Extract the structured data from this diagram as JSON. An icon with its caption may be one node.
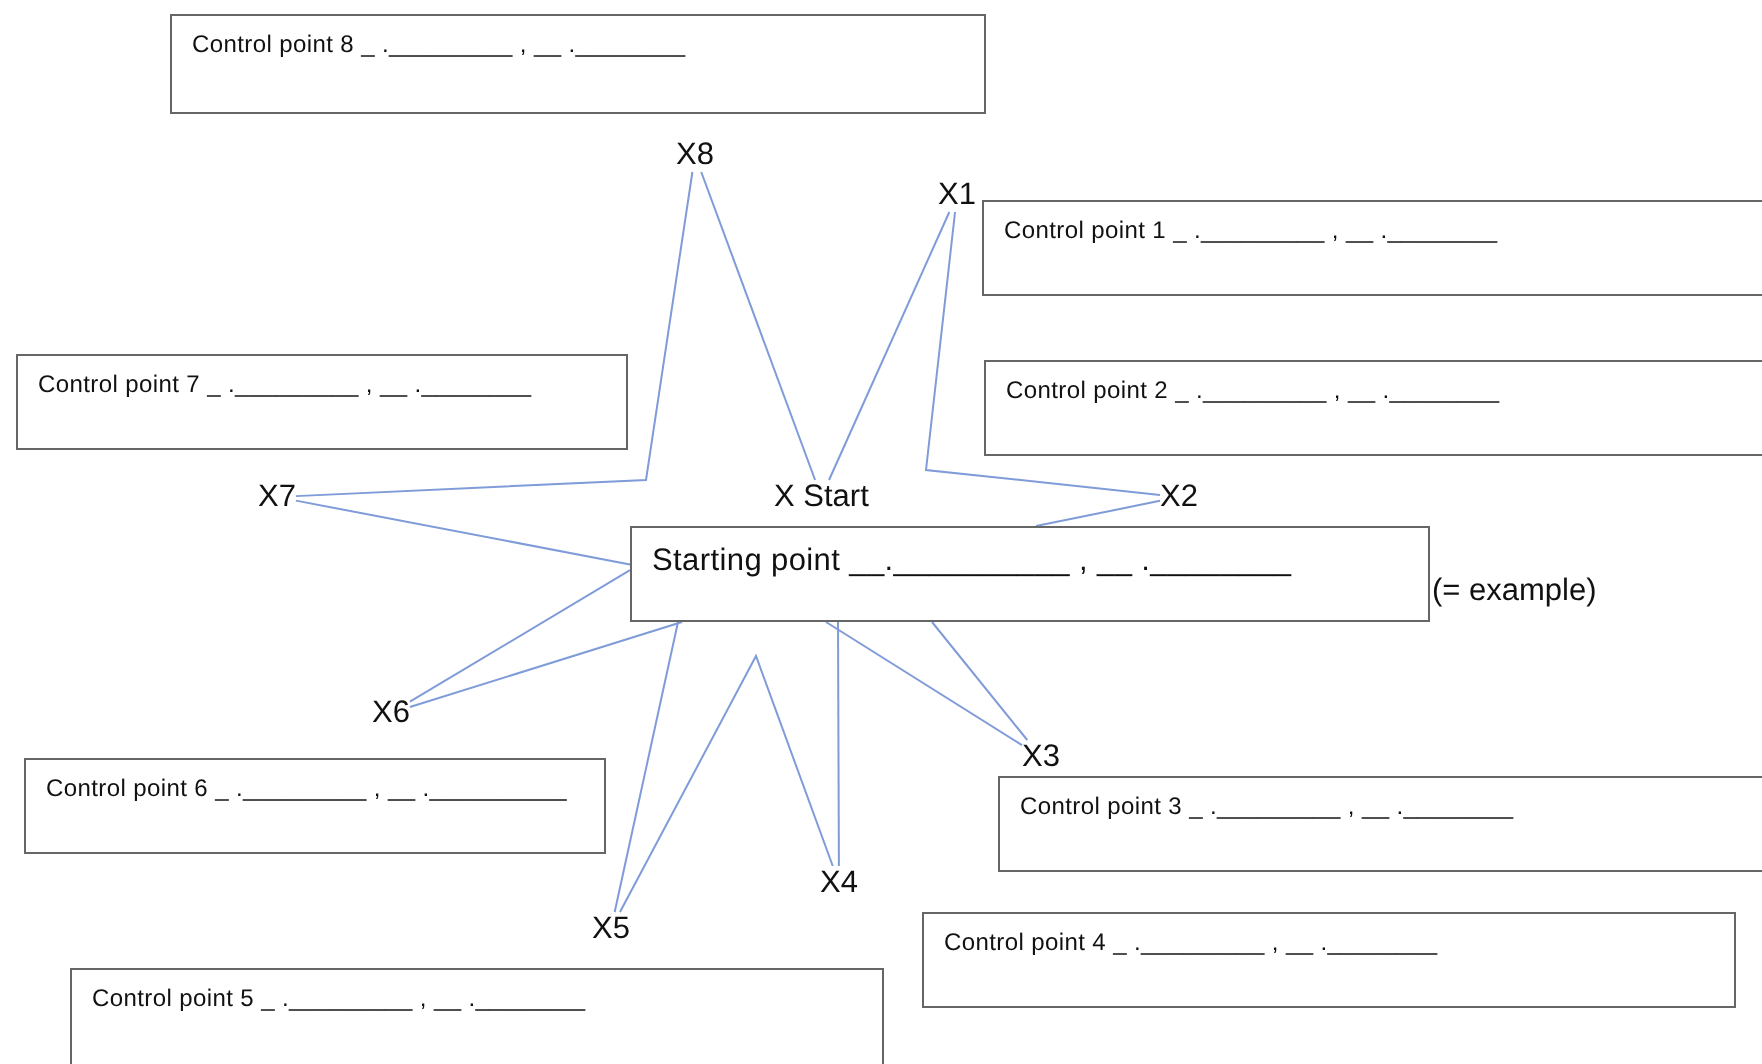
{
  "diagram": {
    "nodes": [
      {
        "text": [
          "Control point 8 _ ._________ , __ .________"
        ]
      },
      {
        "text": [
          "X8"
        ]
      },
      {
        "text": [
          "X1"
        ]
      },
      {
        "text": [
          "Control point 1 _ ._________ , __ .________"
        ]
      },
      {
        "text": [
          "Control point 7 _ ._________ , __ .________"
        ]
      },
      {
        "text": [
          "Control point 2 _ ._________ , __ .________"
        ]
      },
      {
        "text": [
          "X7"
        ]
      },
      {
        "text": [
          "X Start"
        ]
      },
      {
        "text": [
          "X2"
        ]
      },
      {
        "text": [
          "Starting point __.__________ , __ .________"
        ],
        "beside": [
          "(= example)"
        ]
      },
      {
        "text": [
          "X6"
        ]
      },
      {
        "text": [
          "X3"
        ]
      },
      {
        "text": [
          "Control point 6 _ ._________ , __ .__________"
        ]
      },
      {
        "text": [
          "Control point 3 _ ._________ , __ .________"
        ]
      },
      {
        "text": [
          "X4"
        ]
      },
      {
        "text": [
          "X5"
        ]
      },
      {
        "text": [
          "Control point 4 _ ._________ , __ .________"
        ]
      },
      {
        "text": [
          "Control point 5 _ ._________ , __ .________"
        ]
      }
    ],
    "edges": [
      {
        "from": 7,
        "to": 2,
        "arrow": "none"
      },
      {
        "from": 2,
        "to": 8,
        "arrow": "none"
      },
      {
        "from": 8,
        "to": 9,
        "arrow": "none"
      },
      {
        "from": 9,
        "to": 6,
        "arrow": "none"
      },
      {
        "from": 6,
        "to": 1,
        "arrow": "none"
      },
      {
        "from": 1,
        "to": 7,
        "arrow": "none"
      },
      {
        "from": 9,
        "to": 10,
        "arrow": "none"
      },
      {
        "from": 9,
        "to": 10,
        "arrow": "none"
      },
      {
        "from": 9,
        "to": 15,
        "arrow": "none"
      },
      {
        "from": 15,
        "to": 14,
        "arrow": "none"
      },
      {
        "from": 9,
        "to": 14,
        "arrow": "none"
      },
      {
        "from": 9,
        "to": 11,
        "arrow": "none"
      },
      {
        "from": 9,
        "to": 11,
        "arrow": "none"
      }
    ]
  }
}
